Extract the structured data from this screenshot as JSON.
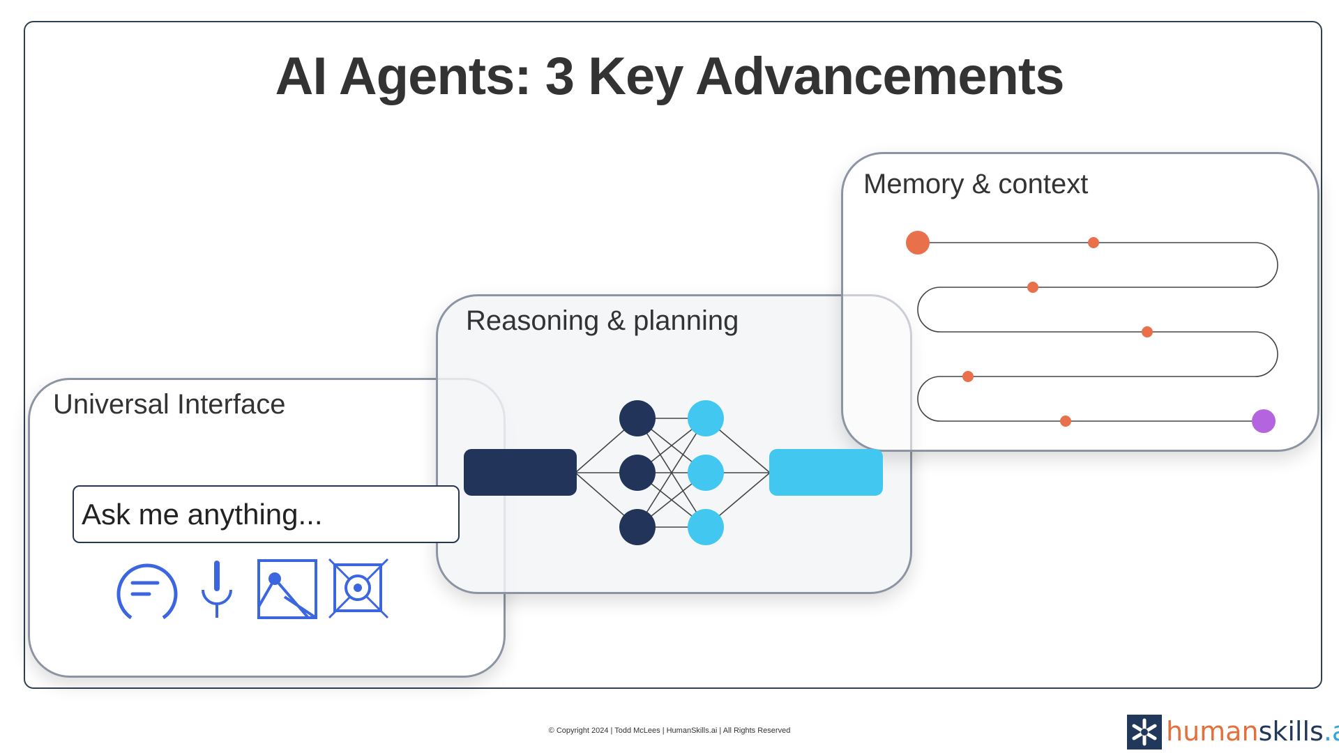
{
  "title": "AI Agents: 3 Key Advancements",
  "panels": {
    "interface": {
      "label": "Universal Interface"
    },
    "reasoning": {
      "label": "Reasoning & planning"
    },
    "memory": {
      "label": "Memory & context"
    }
  },
  "search": {
    "text": "Ask me anything..."
  },
  "icons": [
    "chat-bubble-icon",
    "microphone-icon",
    "image-icon",
    "vision-target-icon"
  ],
  "footer": "© Copyright 2024  |  Todd McLees  |  HumanSkills.ai | All Rights Reserved",
  "logo": {
    "part1": "human",
    "part2": "skills",
    "part3": ".ai"
  },
  "colors": {
    "frame": "#2f4050",
    "icon_blue": "#3b66e0",
    "node_dark": "#22345a",
    "node_light": "#42c8f0",
    "memory_dot": "#e8704a",
    "memory_end": "#b564e0",
    "logo_orange": "#e56f3b",
    "logo_navy": "#22385a",
    "logo_blue": "#33a6dd"
  }
}
